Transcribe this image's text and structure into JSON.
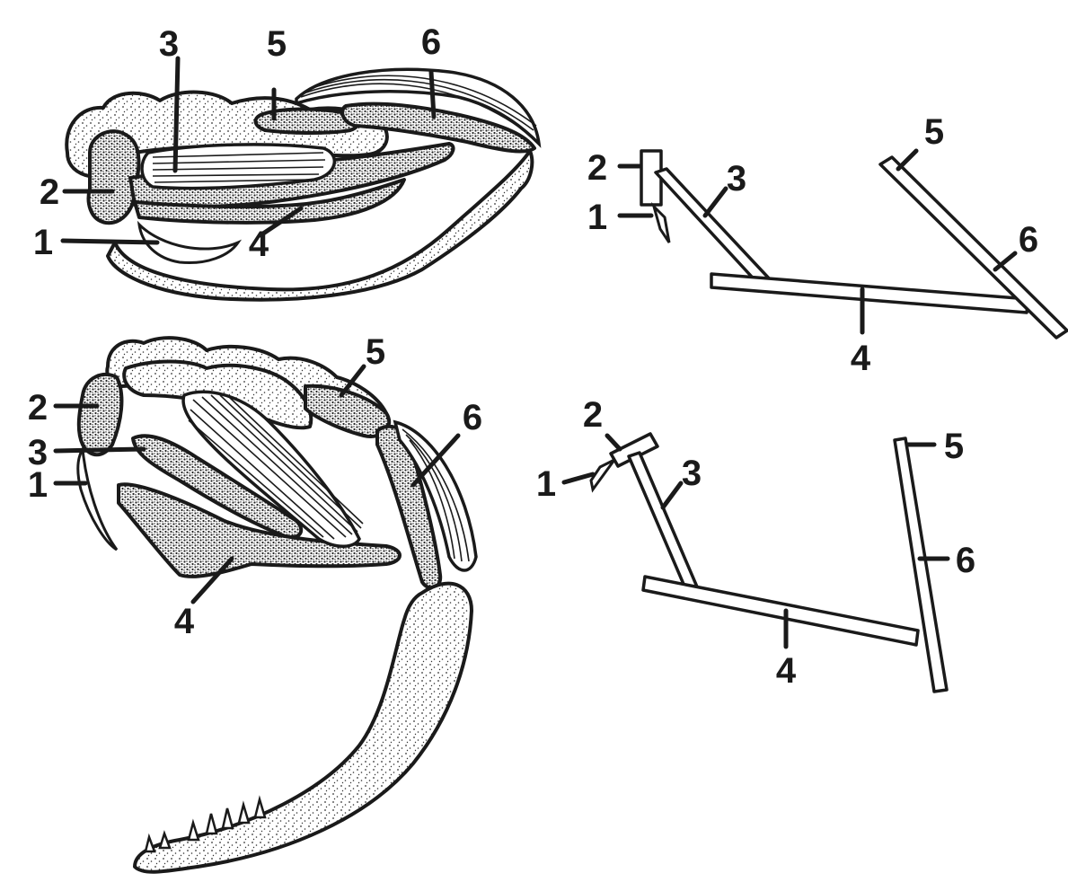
{
  "panels": [
    {
      "id": "closed-skull",
      "labels": [
        "1",
        "2",
        "3",
        "4",
        "5",
        "6"
      ]
    },
    {
      "id": "closed-schematic",
      "labels": [
        "1",
        "2",
        "3",
        "4",
        "5",
        "6"
      ]
    },
    {
      "id": "open-skull",
      "labels": [
        "1",
        "2",
        "3",
        "4",
        "5",
        "6"
      ]
    },
    {
      "id": "open-schematic",
      "labels": [
        "1",
        "2",
        "3",
        "4",
        "5",
        "6"
      ]
    }
  ]
}
